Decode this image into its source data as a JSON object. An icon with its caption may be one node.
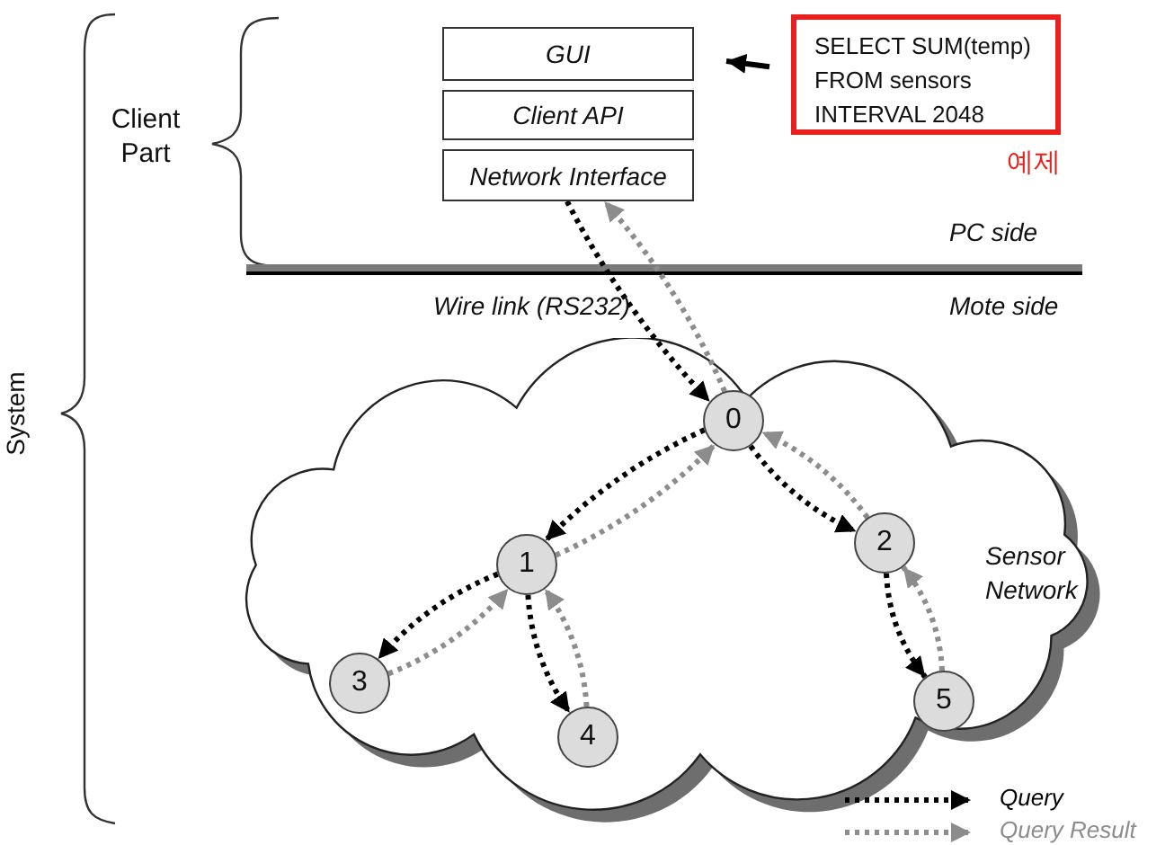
{
  "diagram": {
    "nodes": [
      {
        "text": [
          "GUI"
        ]
      },
      {
        "text": [
          "Client API"
        ]
      },
      {
        "text": [
          "Network Interface"
        ]
      },
      {
        "text": [
          "SELECT SUM(temp) FROM sensors INTERVAL 2048"
        ],
        "beside": [
          "예제"
        ]
      },
      {
        "text": [
          "Sensor Network"
        ]
      },
      {
        "text": [
          "0"
        ],
        "in": 4
      },
      {
        "text": [
          "1"
        ],
        "in": 4
      },
      {
        "text": [
          "2"
        ],
        "in": 4
      },
      {
        "text": [
          "3"
        ],
        "in": 4
      },
      {
        "text": [
          "4"
        ],
        "in": 4
      },
      {
        "text": [
          "5"
        ],
        "in": 4
      }
    ],
    "edges": [
      {
        "from": 3,
        "to": 0,
        "arrow": "to"
      },
      {
        "from": 2,
        "to": 5,
        "arrow": "to",
        "style": "dashed"
      },
      {
        "from": 5,
        "to": 2,
        "arrow": "to",
        "style": "dashed",
        "color": "#8c8c8c"
      },
      {
        "from": 5,
        "to": 6,
        "arrow": "to",
        "style": "dashed"
      },
      {
        "from": 6,
        "to": 5,
        "arrow": "to",
        "style": "dashed",
        "color": "#8c8c8c"
      },
      {
        "from": 5,
        "to": 7,
        "arrow": "to",
        "style": "dashed"
      },
      {
        "from": 7,
        "to": 5,
        "arrow": "to",
        "style": "dashed",
        "color": "#8c8c8c"
      },
      {
        "from": 6,
        "to": 8,
        "arrow": "to",
        "style": "dashed"
      },
      {
        "from": 8,
        "to": 6,
        "arrow": "to",
        "style": "dashed",
        "color": "#8c8c8c"
      },
      {
        "from": 6,
        "to": 9,
        "arrow": "to",
        "style": "dashed"
      },
      {
        "from": 9,
        "to": 6,
        "arrow": "to",
        "style": "dashed",
        "color": "#8c8c8c"
      },
      {
        "from": 7,
        "to": 10,
        "arrow": "to",
        "style": "dashed"
      },
      {
        "from": 10,
        "to": 7,
        "arrow": "to",
        "style": "dashed",
        "color": "#8c8c8c"
      }
    ],
    "labels": [
      "Client Part",
      "System",
      "PC side",
      "Wire link (RS232)",
      "Mote side"
    ],
    "legend": [
      {
        "text": "Query"
      },
      {
        "text": "Query Result"
      }
    ]
  }
}
